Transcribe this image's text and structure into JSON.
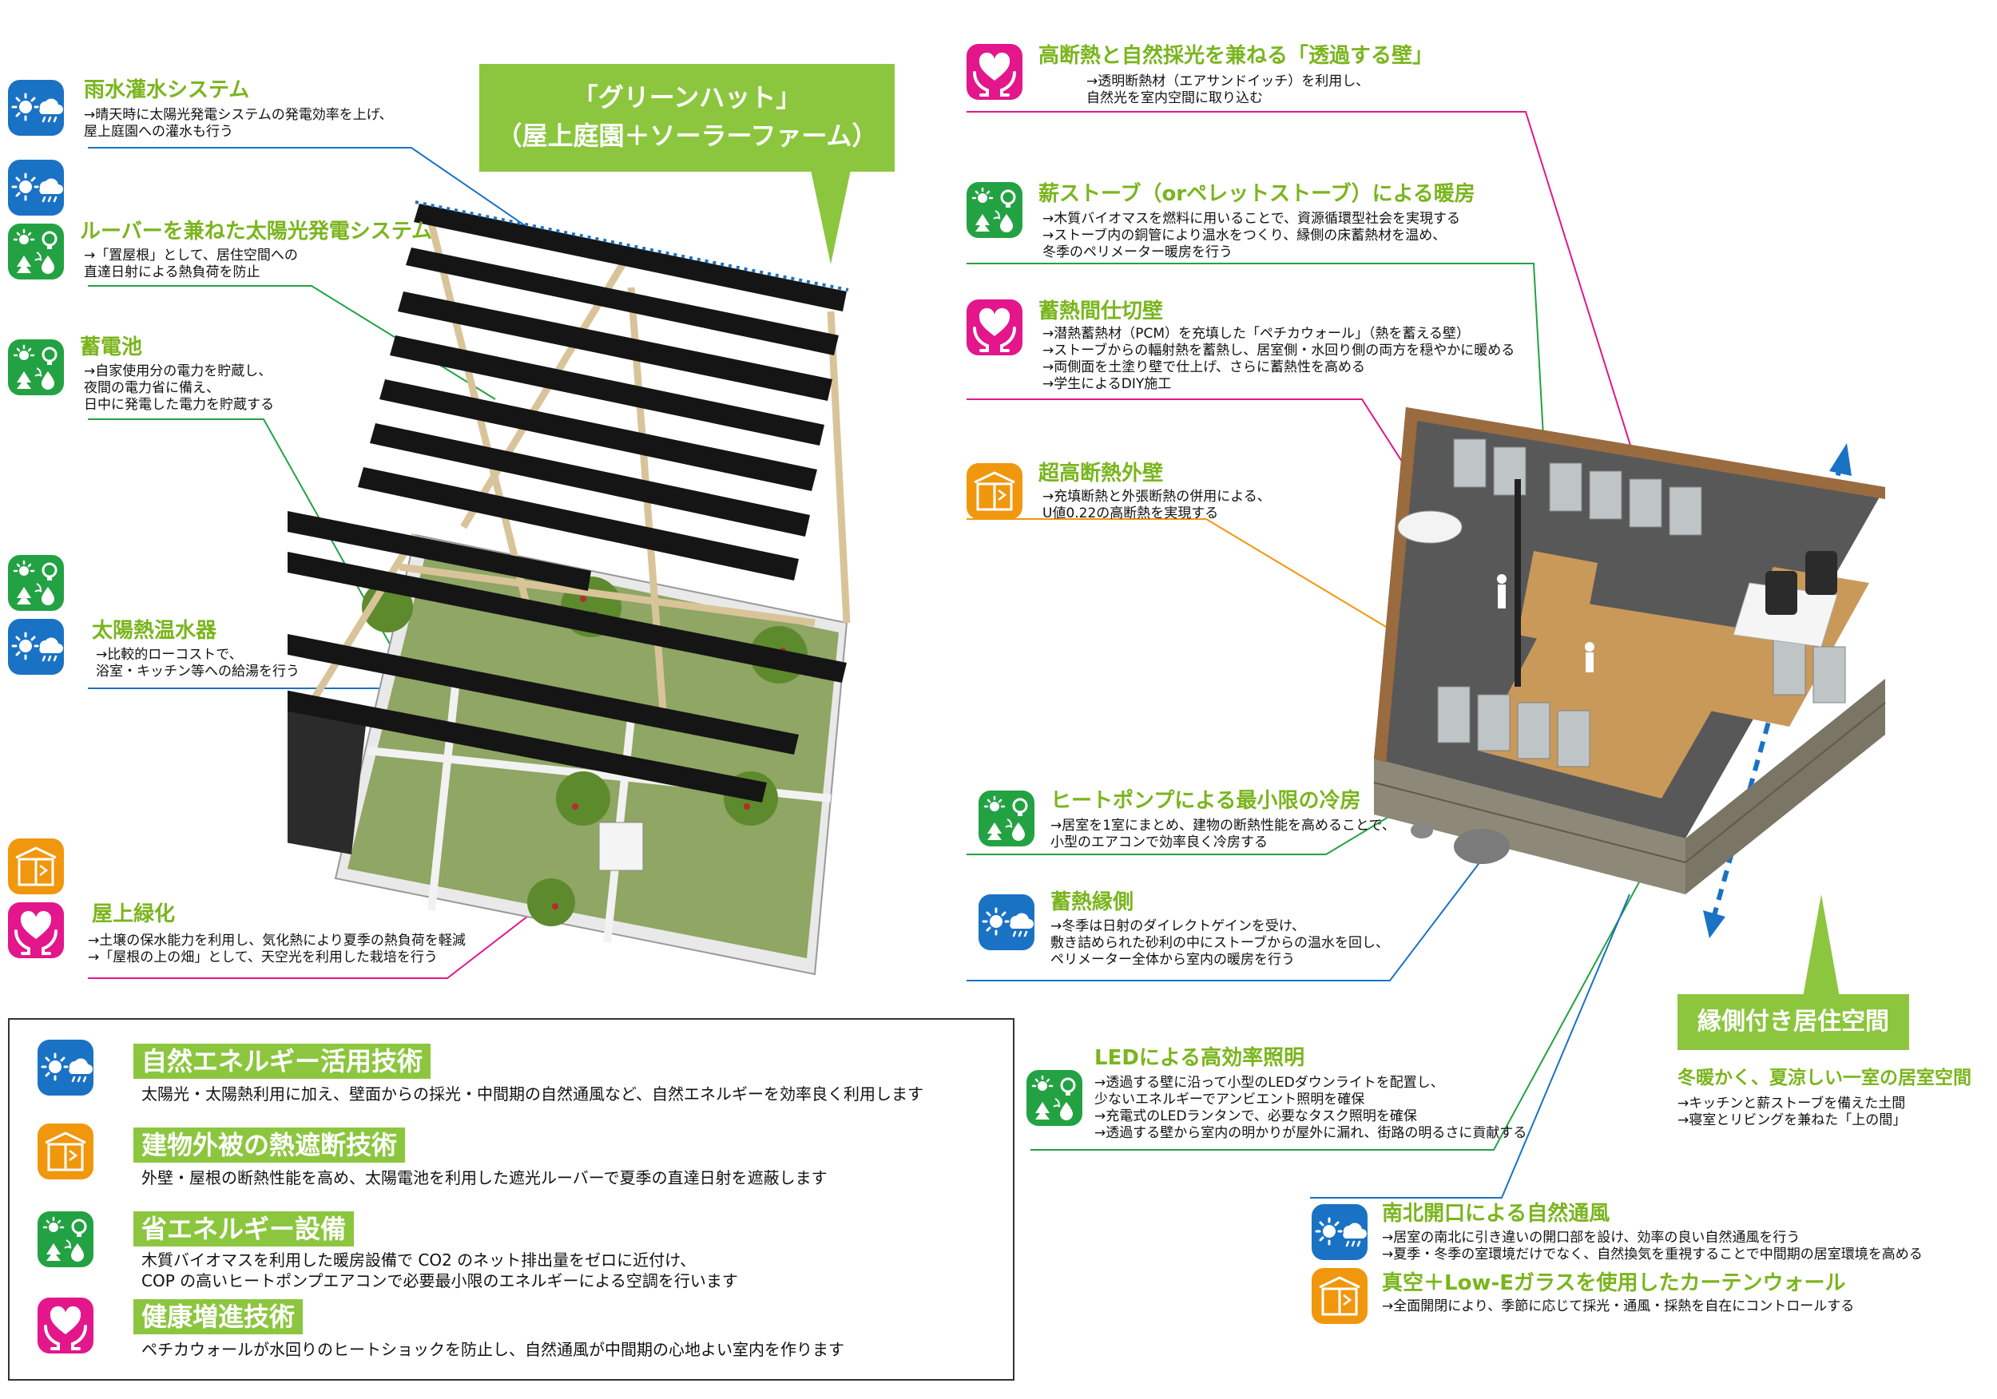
{
  "header_callout": {
    "line1": "「グリーンハット」",
    "line2": "（屋上庭園＋ソーラーファーム）"
  },
  "side_callout": {
    "label": "縁側付き居住空間",
    "subtitle": "冬暖かく、夏涼しい一室の居室空間",
    "desc": "→キッチンと薪ストーブを備えた土間\n→寝室とリビングを兼ねた「上の間」"
  },
  "left_items": [
    {
      "title": "雨水灌水システム",
      "desc": "→晴天時に太陽光発電システムの発電効率を上げ、\n屋上庭園への灌水も行う"
    },
    {
      "title": "ルーバーを兼ねた太陽光発電システム",
      "desc": "→「置屋根」として、居住空間への\n直達日射による熱負荷を防止"
    },
    {
      "title": "蓄電池",
      "desc": "→自家使用分の電力を貯蔵し、\n夜間の電力省に備え、\n日中に発電した電力を貯蔵する"
    },
    {
      "title": "太陽熱温水器",
      "desc": "→比較的ローコストで、\n浴室・キッチン等への給湯を行う"
    },
    {
      "title": "屋上緑化",
      "desc": "→土壌の保水能力を利用し、気化熱により夏季の熱負荷を軽減\n→「屋根の上の畑」として、天空光を利用した栽培を行う"
    }
  ],
  "right_items": [
    {
      "title": "高断熱と自然採光を兼ねる「透過する壁」",
      "desc": "→透明断熱材（エアサンドイッチ）を利用し、\n自然光を室内空間に取り込む"
    },
    {
      "title": "薪ストーブ（orペレットストーブ）による暖房",
      "desc": "→木質バイオマスを燃料に用いることで、資源循環型社会を実現する\n→ストーブ内の銅管により温水をつくり、縁側の床蓄熱材を温め、\n冬季のペリメーター暖房を行う"
    },
    {
      "title": "蓄熱間仕切壁",
      "desc": "→潜熱蓄熱材（PCM）を充填した「ペチカウォール」（熱を蓄える壁）\n→ストーブからの輻射熱を蓄熱し、居室側・水回り側の両方を穏やかに暖める\n→両側面を土塗り壁で仕上げ、さらに蓄熱性を高める\n→学生によるDIY施工"
    },
    {
      "title": "超高断熱外壁",
      "desc": "→充填断熱と外張断熱の併用による、\nU値0.22の高断熱を実現する"
    },
    {
      "title": "ヒートポンプによる最小限の冷房",
      "desc": "→居室を1室にまとめ、建物の断熱性能を高めることで、\n小型のエアコンで効率良く冷房する"
    },
    {
      "title": "蓄熱縁側",
      "desc": "→冬季は日射のダイレクトゲインを受け、\n敷き詰められた砂利の中にストーブからの温水を回し、\nペリメーター全体から室内の暖房を行う"
    },
    {
      "title": "LEDによる高効率照明",
      "desc": "→透過する壁に沿って小型のLEDダウンライトを配置し、\n少ないエネルギーでアンビエント照明を確保\n→充電式のLEDランタンで、必要なタスク照明を確保\n→透過する壁から室内の明かりが屋外に漏れ、街路の明るさに貢献する"
    },
    {
      "title": "南北開口による自然通風",
      "desc": "→居室の南北に引き違いの開口部を設け、効率の良い自然通風を行う\n→夏季・冬季の室環境だけでなく、自然換気を重視することで中間期の居室環境を高める"
    },
    {
      "title": "真空＋Low-Eガラスを使用したカーテンウォール",
      "desc": "→全面開閉により、季節に応じて採光・通風・採熱を自在にコントロールする"
    }
  ],
  "legend": [
    {
      "title": "自然エネルギー活用技術",
      "desc": "太陽光・太陽熱利用に加え、壁面からの採光・中間期の自然通風など、自然エネルギーを効率良く利用します"
    },
    {
      "title": "建物外被の熱遮断技術",
      "desc": "外壁・屋根の断熱性能を高め、太陽電池を利用した遮光ルーバーで夏季の直達日射を遮蔽します"
    },
    {
      "title": "省エネルギー設備",
      "desc": "木質バイオマスを利用した暖房設備で CO2 のネット排出量をゼロに近付け、\nCOP の高いヒートポンプエアコンで必要最小限のエネルギーによる空調を行います"
    },
    {
      "title": "健康増進技術",
      "desc": "ペチカウォールが水回りのヒートショックを防止し、自然通風が中間期の心地よい室内を作ります"
    }
  ],
  "colors": {
    "accent_green": "#8cc63f",
    "title_green": "#7ab51d",
    "nature_blue": "#1a72c4",
    "envelope_orange": "#f0970e",
    "equipment_green": "#23a243",
    "health_magenta": "#e3168b"
  },
  "icon_names": {
    "nature": "sun-cloud-icon",
    "envelope": "building-envelope-icon",
    "equipment": "eco-equipment-icon",
    "health": "heart-hands-icon"
  }
}
